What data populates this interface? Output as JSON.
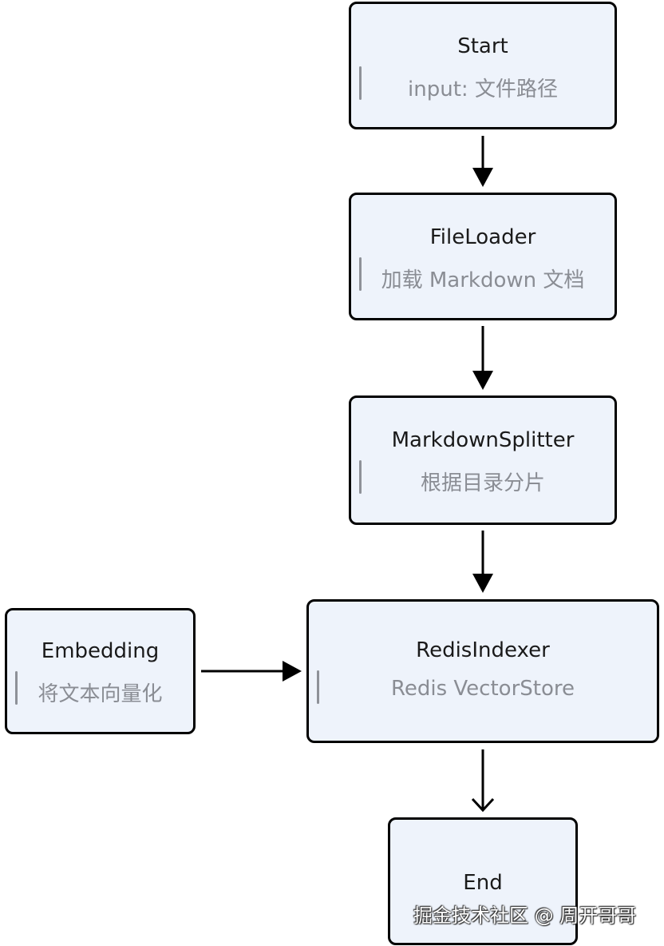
{
  "nodes": {
    "start": {
      "title": "Start",
      "subtitle": "input: 文件路径"
    },
    "fileloader": {
      "title": "FileLoader",
      "subtitle": "加载 Markdown 文档"
    },
    "splitter": {
      "title": "MarkdownSplitter",
      "subtitle": "根据目录分片"
    },
    "embedding": {
      "title": "Embedding",
      "subtitle": "将文本向量化"
    },
    "indexer": {
      "title": "RedisIndexer",
      "subtitle": "Redis VectorStore"
    },
    "end": {
      "title": "End"
    }
  },
  "edges": [
    {
      "from": "start",
      "to": "fileloader"
    },
    {
      "from": "fileloader",
      "to": "splitter"
    },
    {
      "from": "splitter",
      "to": "indexer"
    },
    {
      "from": "embedding",
      "to": "indexer"
    },
    {
      "from": "indexer",
      "to": "end",
      "arrowhead": "open"
    }
  ],
  "watermark": "掘金技术社区 @ 周开哥哥",
  "colors": {
    "node_fill": "#eef3fb",
    "node_border": "#000000",
    "subtitle_text": "#8a8d94"
  }
}
